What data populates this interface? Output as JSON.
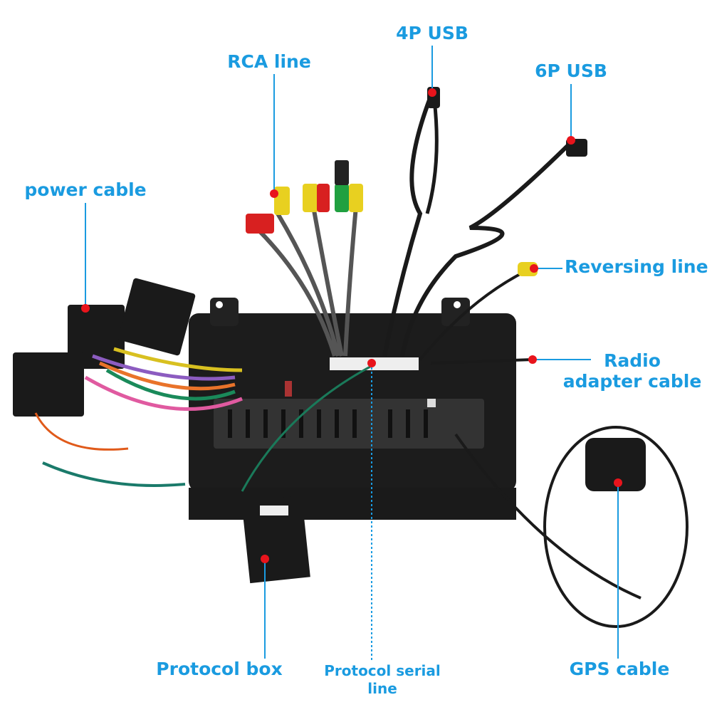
{
  "colors": {
    "label": "#1a9be0",
    "marker": "#e8141c",
    "device": "#1c1c1c"
  },
  "labels": {
    "usb4p": "4P USB",
    "rca": "RCA line",
    "usb6p": "6P USB",
    "power": "power cable",
    "reversing": "Reversing line",
    "radio_1": "Radio",
    "radio_2": "adapter cable",
    "protocol_box": "Protocol box",
    "serial_1": "Protocol serial",
    "serial_2": "line",
    "gps": "GPS cable"
  }
}
